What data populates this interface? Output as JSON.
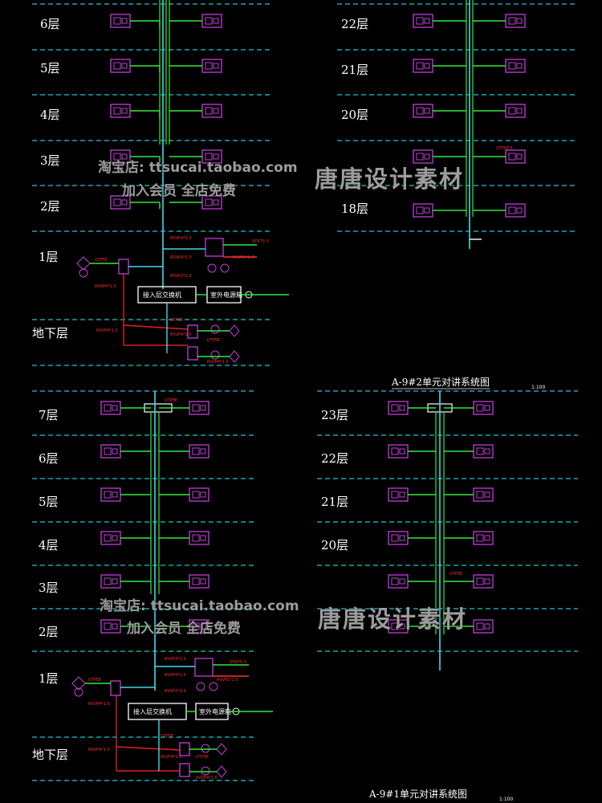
{
  "colors": {
    "background": "#000000",
    "dashed_line": "#19c8d2",
    "riser": "#3fd9e6",
    "branch": "#33e83a",
    "device": "#c23fd8",
    "label": "#ffffff",
    "annotation": "#ff3030",
    "power_line": "#e02020"
  },
  "panels": [
    {
      "floors": [
        "6层",
        "5层",
        "4层",
        "3层",
        "2层",
        "1层",
        "地下层"
      ],
      "switch_label": "接入层交换机",
      "power_label": "室外电源箱",
      "annotations": [
        "RVVP4*1.0",
        "RVVP4*1.0",
        "RVVP2*1.0",
        "SYV75-5",
        "RVVP2*1.0",
        "UTP5E",
        "RVVP4*1.0",
        "RVVP4*1.0",
        "UTP5E",
        "RVVP4*1.0",
        "UTP5E",
        "RVVP4*1.0"
      ]
    },
    {
      "floors": [
        "22层",
        "21层",
        "20层",
        "18层"
      ],
      "annotations": [
        "UTP5E 5"
      ]
    },
    {
      "floors": [
        "7层",
        "6层",
        "5层",
        "4层",
        "3层",
        "2层",
        "1层",
        "地下层"
      ],
      "switch_label": "接入层交换机",
      "power_label": "室外电源箱",
      "annotations": [
        "UTP5E",
        "RVVP4*1.0",
        "RVVP4*1.0",
        "RVVP2*1.0",
        "SYV75-5",
        "RVVP2*1.0",
        "UTP5E",
        "RVVP4*1.0",
        "RVVP4*1.0",
        "UTP5E",
        "RVVP4*1.0",
        "UTP5E",
        "RVVP4*1.0"
      ]
    },
    {
      "floors": [
        "23层",
        "22层",
        "21层",
        "20层"
      ],
      "annotations": [
        "UTP5E"
      ]
    }
  ],
  "diagram_titles": [
    {
      "title": "A-9#2单元对讲系统图",
      "scale": "1:100"
    },
    {
      "title": "A-9#1单元对讲系统图",
      "scale": "1:100"
    }
  ],
  "watermark": {
    "shop": "淘宝店: ttsucai.taobao.com",
    "member": "加入会员 全店免费",
    "brand": "唐唐设计素材"
  }
}
